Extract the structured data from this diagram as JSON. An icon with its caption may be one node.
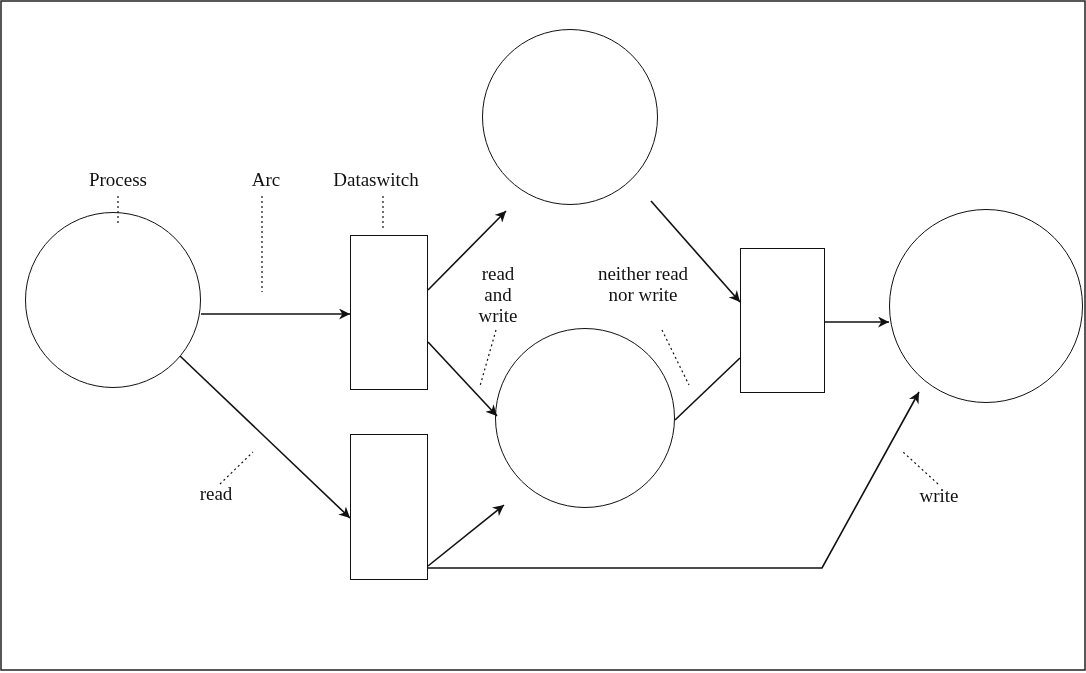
{
  "diagram": {
    "nodes": [
      {
        "text": [
          "Process"
        ]
      },
      {
        "text": [
          "Arc"
        ]
      },
      {
        "text": [
          "Dataswitch"
        ]
      },
      {
        "text": [
          "read"
        ]
      },
      {
        "text": [
          "read and write"
        ]
      },
      {
        "text": [
          "neither read nor write"
        ]
      },
      {
        "text": [
          "write"
        ]
      },
      {
        "text": [],
        "shape": "circle"
      },
      {
        "text": [],
        "shape": "box"
      },
      {
        "text": [],
        "shape": "box"
      },
      {
        "text": [],
        "shape": "circle"
      },
      {
        "text": [],
        "shape": "circle"
      },
      {
        "text": [],
        "shape": "box"
      },
      {
        "text": [],
        "shape": "circle"
      }
    ],
    "edges": [
      {
        "from": 7,
        "to": 8,
        "arrow": "to"
      },
      {
        "from": 7,
        "to": 9,
        "arrow": "to"
      },
      {
        "from": 8,
        "to": 10,
        "arrow": "to"
      },
      {
        "from": 8,
        "to": 11,
        "arrow": "to"
      },
      {
        "from": 9,
        "to": 11,
        "arrow": "to"
      },
      {
        "from": 9,
        "to": 13,
        "arrow": "to"
      },
      {
        "from": 10,
        "to": 12,
        "arrow": "to"
      },
      {
        "from": 11,
        "to": 12,
        "arrow": "none"
      },
      {
        "from": 12,
        "to": 13,
        "arrow": "to"
      },
      {
        "from": 0,
        "to": 7,
        "arrow": "none",
        "style": "dashed"
      },
      {
        "from": 1,
        "to": null,
        "arrow": "none",
        "style": "dashed"
      },
      {
        "from": 2,
        "to": 8,
        "arrow": "none",
        "style": "dashed"
      },
      {
        "from": 3,
        "to": null,
        "arrow": "none",
        "style": "dashed"
      },
      {
        "from": 4,
        "to": null,
        "arrow": "none",
        "style": "dashed"
      },
      {
        "from": 5,
        "to": null,
        "arrow": "none",
        "style": "dashed"
      },
      {
        "from": 6,
        "to": null,
        "arrow": "none",
        "style": "dashed"
      }
    ]
  }
}
